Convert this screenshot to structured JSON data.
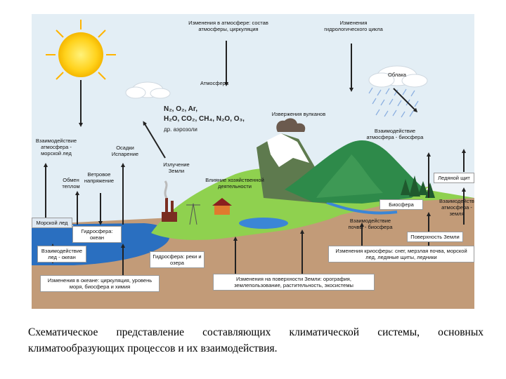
{
  "labels": {
    "atm_changes": "Изменения в атмосфере: состав атмосферы, циркуляция",
    "hydro_changes": "Изменения гидрологического цикла",
    "atmosphere": "Атмосфера",
    "clouds": "Облака",
    "volcanoes": "Извержения вулканов",
    "gases_line1": "N₂, O₂, Ar,",
    "gases_line2": "H₂O, CO₂, CH₄, N₂O, O₃,",
    "gases_line3": "др. аэрозоли",
    "atm_ice": "Взаимодействие атмосфера - морской лед",
    "precip": "Осадки Испарение",
    "earth_rad": "Излучение Земли",
    "human": "Влияние хозяйственной деятельности",
    "atm_bio": "Взаимодействие атмосфера - биосфера",
    "ice_sheet": "Ледяной щит",
    "heat_exchange": "Обмен теплом",
    "wind_stress": "Ветровое напряжение",
    "sea_ice": "Морской лед",
    "hydro_ocean": "Гидросфера: океан",
    "biosphere": "Биосфера",
    "atm_land": "Взаимодействие атмосфера - земля",
    "soil_bio": "Взаимодействие почвы - биосфера",
    "land_surface": "Поверхность Земли",
    "ice_ocean": "Взаимодействие лед - океан",
    "hydro_rivers": "Гидросфера: реки и озера",
    "cryo_changes": "Изменения криосферы: снег, мерзлая почва, морской лед, ледяные щиты, ледники",
    "ocean_changes": "Изменения в океане: циркуляция, уровень моря, биосфера и химия",
    "land_changes": "Изменения на поверхности Земли: орография, землепользование, растительность, экосистемы"
  },
  "caption": "Схематическое представление составляющих климатической системы, основных климатообразующих процессов и их взаимодействия.",
  "colors": {
    "sky": "#e3eef5",
    "ocean": "#2a6fc0",
    "land": "#8fd14f",
    "ground": "#c29b78",
    "mountain": "#2e8a4a",
    "sun": "#ffd21c"
  }
}
